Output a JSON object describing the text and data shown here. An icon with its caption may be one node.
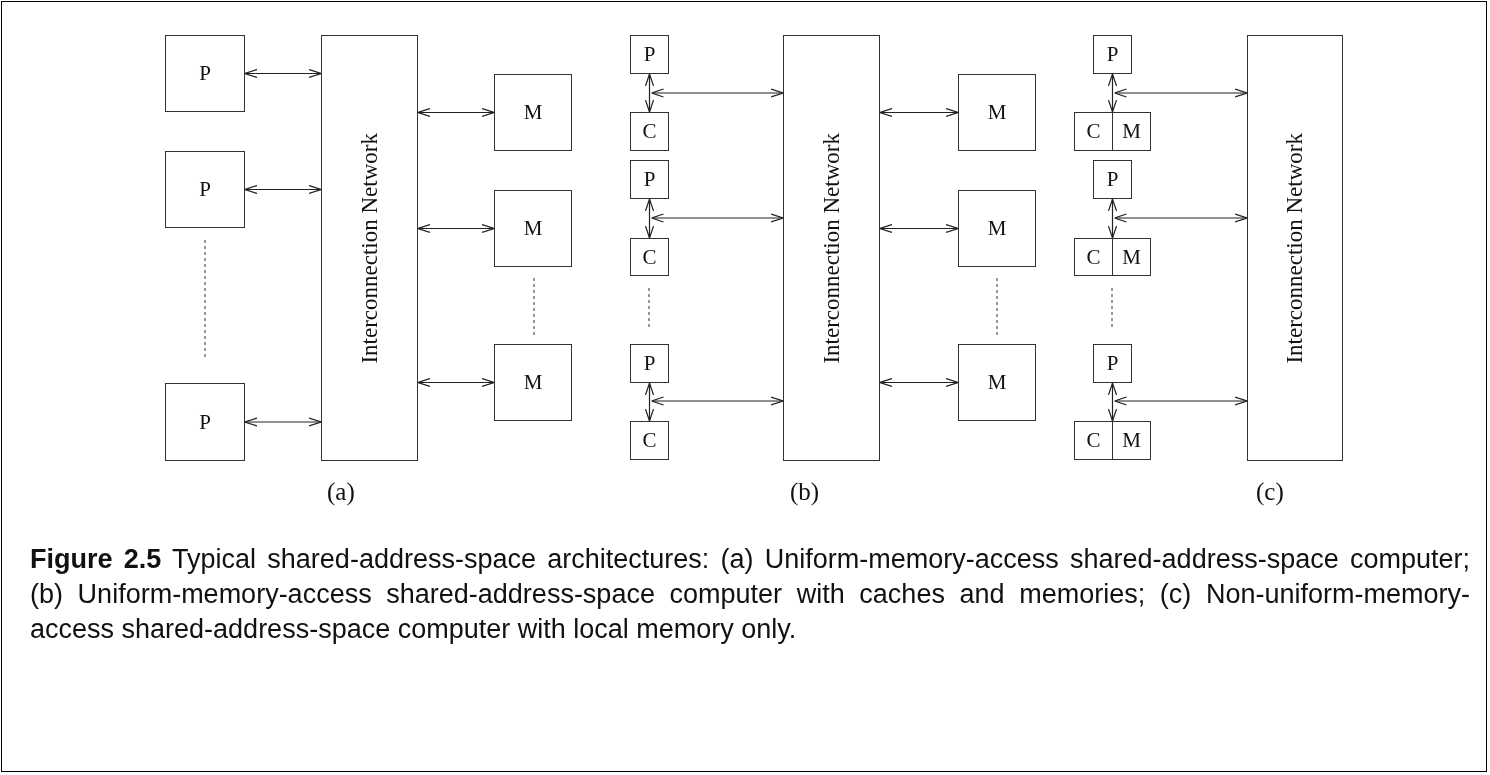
{
  "diagram": {
    "caption": "**Figure 2.5** Typical shared-address-space architectures: (a) Uniform-memory-access shared-address-space computer; (b) Uniform-memory-access shared-address-space computer with caches and memories; (c) Non-uniform-memory-access shared-address-space computer with local memory only.",
    "nodes": [
      {
        "text": [
          "P"
        ]
      },
      {
        "text": [
          "P"
        ]
      },
      {
        "text": [
          "P"
        ]
      },
      {
        "text": [
          "Interconnection Network"
        ]
      },
      {
        "text": [
          "M"
        ]
      },
      {
        "text": [
          "M"
        ]
      },
      {
        "text": [
          "M"
        ]
      },
      {
        "text": [
          "P"
        ]
      },
      {
        "text": [
          "C"
        ]
      },
      {
        "text": [
          "P"
        ]
      },
      {
        "text": [
          "C"
        ]
      },
      {
        "text": [
          "P"
        ]
      },
      {
        "text": [
          "C"
        ]
      },
      {
        "text": [
          "Interconnection Network"
        ]
      },
      {
        "text": [
          "M"
        ]
      },
      {
        "text": [
          "M"
        ]
      },
      {
        "text": [
          "M"
        ]
      },
      {
        "text": [
          "P"
        ]
      },
      {
        "text": [
          "C",
          "M"
        ]
      },
      {
        "text": [
          "P"
        ]
      },
      {
        "text": [
          "C",
          "M"
        ]
      },
      {
        "text": [
          "P"
        ]
      },
      {
        "text": [
          "C",
          "M"
        ]
      },
      {
        "text": [
          "Interconnection Network"
        ]
      }
    ],
    "edges": [
      {
        "from": 0,
        "to": 3,
        "arrow": "both"
      },
      {
        "from": 1,
        "to": 3,
        "arrow": "both"
      },
      {
        "from": 2,
        "to": 3,
        "arrow": "both"
      },
      {
        "from": 3,
        "to": 4,
        "arrow": "both"
      },
      {
        "from": 3,
        "to": 5,
        "arrow": "both"
      },
      {
        "from": 3,
        "to": 6,
        "arrow": "both"
      },
      {
        "from": 7,
        "to": 8,
        "arrow": "both"
      },
      {
        "from": 7,
        "to": 13,
        "arrow": "both"
      },
      {
        "from": 9,
        "to": 10,
        "arrow": "both"
      },
      {
        "from": 9,
        "to": 13,
        "arrow": "both"
      },
      {
        "from": 11,
        "to": 12,
        "arrow": "both"
      },
      {
        "from": 11,
        "to": 13,
        "arrow": "both"
      },
      {
        "from": 13,
        "to": 14,
        "arrow": "both"
      },
      {
        "from": 13,
        "to": 15,
        "arrow": "both"
      },
      {
        "from": 13,
        "to": 16,
        "arrow": "both"
      },
      {
        "from": 17,
        "to": 18,
        "arrow": "both"
      },
      {
        "from": 17,
        "to": 23,
        "arrow": "both"
      },
      {
        "from": 19,
        "to": 20,
        "arrow": "both"
      },
      {
        "from": 19,
        "to": 23,
        "arrow": "both"
      },
      {
        "from": 21,
        "to": 22,
        "arrow": "both"
      },
      {
        "from": 21,
        "to": 23,
        "arrow": "both"
      }
    ],
    "labels": [
      "(a)",
      "(b)",
      "(c)"
    ]
  }
}
